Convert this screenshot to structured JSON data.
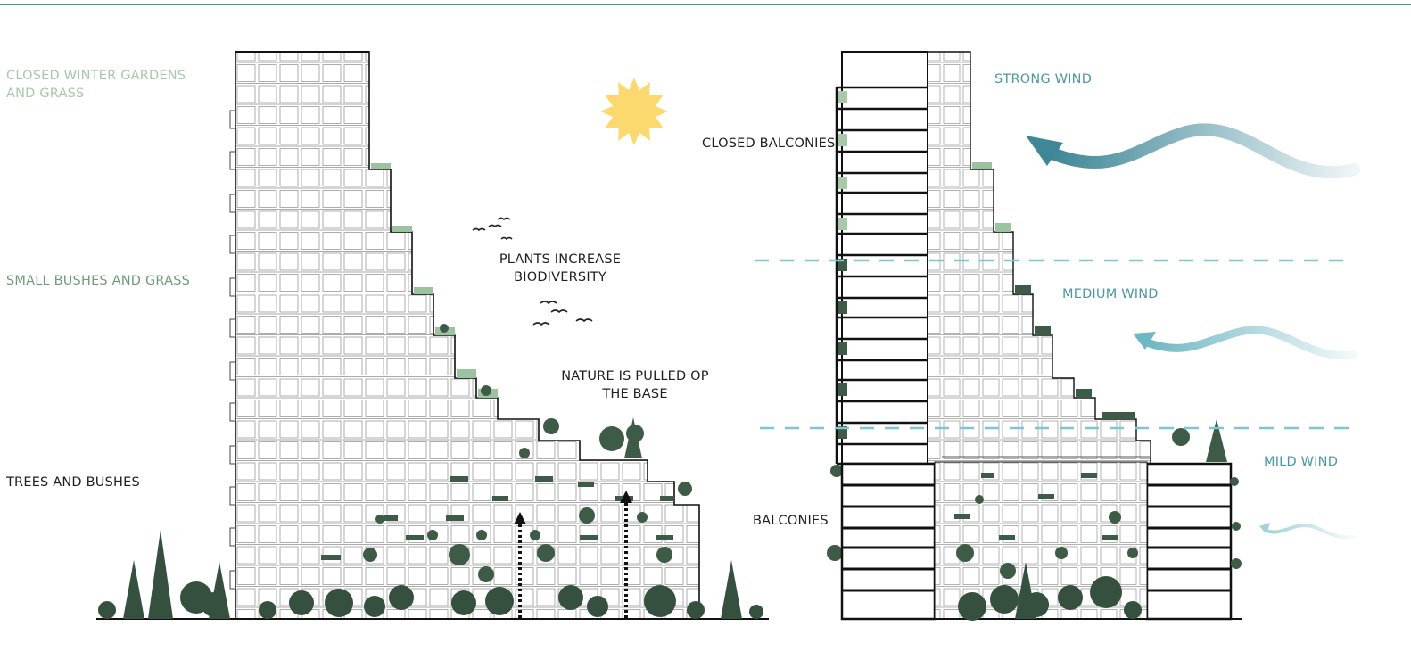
{
  "labels": {
    "winter_gardens": "CLOSED WINTER GARDENS\nAND GRASS",
    "small_bushes": "SMALL BUSHES AND GRASS",
    "trees_bushes": "TREES AND BUSHES",
    "plants_biodiversity": "PLANTS INCREASE\nBIODIVERSITY",
    "nature_pulled": "NATURE IS PULLED OP\nTHE BASE",
    "closed_balconies": "CLOSED BALCONIES",
    "balconies": "BALCONIES",
    "strong_wind": "STRONG WIND",
    "medium_wind": "MEDIUM WIND",
    "mild_wind": "MILD WIND"
  },
  "colors": {
    "accent_line": "#4f8f98",
    "vegetation_dark": "#35503f",
    "vegetation_light": "#a7c9a9",
    "sun": "#fcd96f",
    "wind_strong": "#3f8797",
    "wind_medium": "#73b9c4",
    "wind_mild": "#a9d8df",
    "wind_zone_line": "#7ec6d1"
  },
  "icons": [
    "sun-icon",
    "bird-icon",
    "tree-icon",
    "arrow-up-icon",
    "wind-arrow-icon"
  ]
}
